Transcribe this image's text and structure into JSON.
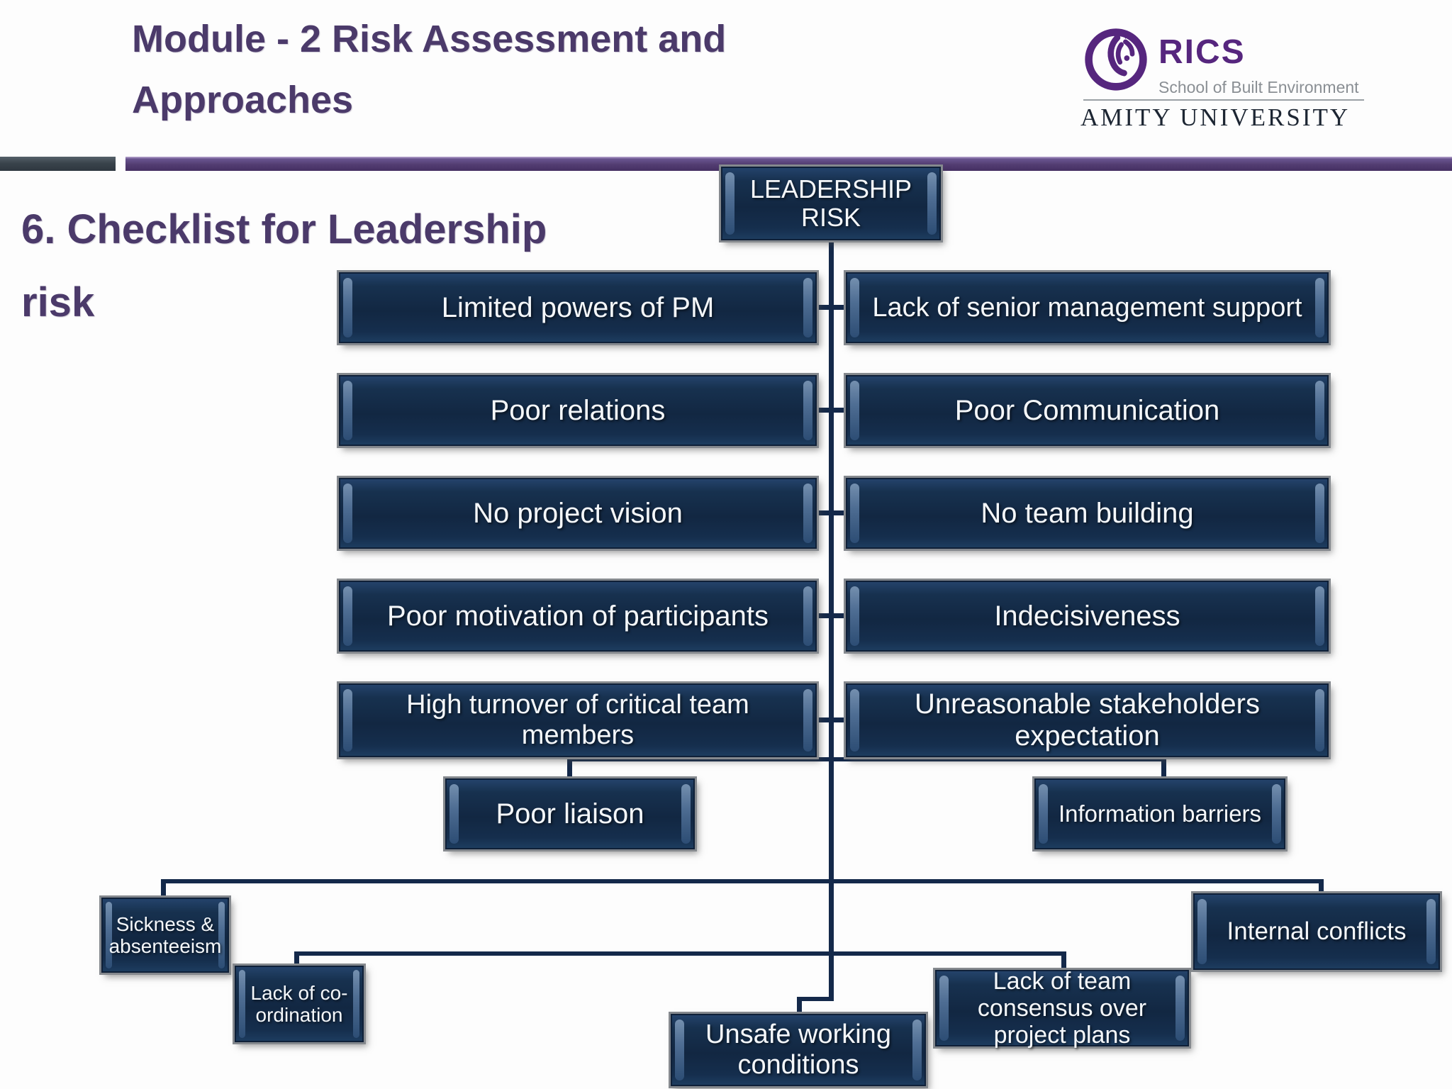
{
  "header": {
    "title": "Module - 2 Risk Assessment and\nApproaches"
  },
  "logo": {
    "brand": "RICS",
    "school": "School of Built Environment",
    "university": "AMITY UNIVERSITY"
  },
  "section": {
    "heading": "6. Checklist for Leadership\nrisk"
  },
  "diagram": {
    "root": {
      "label": "LEADERSHIP\nRISK"
    },
    "left_column": [
      "Limited powers of PM",
      "Poor relations",
      "No project vision",
      "Poor motivation of participants",
      "High turnover of critical team\nmembers"
    ],
    "right_column": [
      "Lack of senior management support",
      "Poor Communication",
      "No team building",
      "Indecisiveness",
      "Unreasonable stakeholders\nexpectation"
    ],
    "level3": [
      "Poor liaison",
      "Information barriers"
    ],
    "level4": [
      "Sickness &\nabsenteeism",
      "Lack of co-\nordination",
      "Unsafe working\nconditions",
      "Lack of team\nconsensus over\nproject plans",
      "Internal conflicts"
    ]
  },
  "colors": {
    "background": "#fdfdfd",
    "title_purple": "#4b3a6a",
    "bar_purple": "#533d72",
    "bar_slate": "#3a444c",
    "box_fill": "#152e4d",
    "box_fill_light": "#24436b",
    "box_bevel": "#7e99b8",
    "box_frame_gray": "#85898e",
    "box_border_dark": "#0f2038",
    "box_text": "#f4f7fa",
    "connector_navy": "#14294a",
    "rics_purple": "#56267e",
    "school_gray": "#8a8f94",
    "university_text": "#1d2633"
  }
}
